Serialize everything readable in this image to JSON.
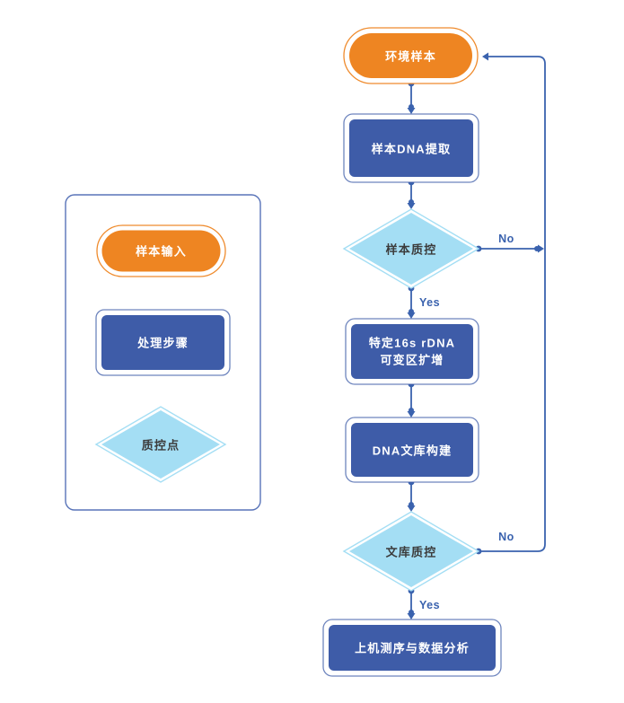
{
  "colors": {
    "orange": "#EE8522",
    "blue": "#3E5CA8",
    "light_blue": "#A4DEF4",
    "connector": "#3A62AE",
    "dark_text": "#3C3C3C",
    "legend_border": "#5873B8"
  },
  "legend": {
    "items": [
      {
        "type": "start",
        "label": "样本输入"
      },
      {
        "type": "process",
        "label": "处理步骤"
      },
      {
        "type": "qc",
        "label": "质控点"
      }
    ]
  },
  "flowchart": {
    "nodes": [
      {
        "id": "start",
        "type": "start",
        "label": "环境样本"
      },
      {
        "id": "extract",
        "type": "process",
        "label": "样本DNA提取"
      },
      {
        "id": "sample_qc",
        "type": "qc",
        "label": "样本质控"
      },
      {
        "id": "amplify",
        "type": "process",
        "label": "特定16s rDNA",
        "label2": "可变区扩增"
      },
      {
        "id": "library",
        "type": "process",
        "label": "DNA文库构建"
      },
      {
        "id": "library_qc",
        "type": "qc",
        "label": "文库质控"
      },
      {
        "id": "sequencing",
        "type": "process",
        "label": "上机测序与数据分析"
      }
    ],
    "edge_labels": {
      "yes": "Yes",
      "no": "No"
    },
    "edges": [
      {
        "from": "start",
        "to": "extract",
        "label": ""
      },
      {
        "from": "extract",
        "to": "sample_qc",
        "label": ""
      },
      {
        "from": "sample_qc",
        "to": "amplify",
        "label": "Yes"
      },
      {
        "from": "sample_qc",
        "to": "start",
        "label": "No"
      },
      {
        "from": "amplify",
        "to": "library",
        "label": ""
      },
      {
        "from": "library",
        "to": "library_qc",
        "label": ""
      },
      {
        "from": "library_qc",
        "to": "sequencing",
        "label": "Yes"
      },
      {
        "from": "library_qc",
        "to": "start",
        "label": "No"
      }
    ]
  }
}
